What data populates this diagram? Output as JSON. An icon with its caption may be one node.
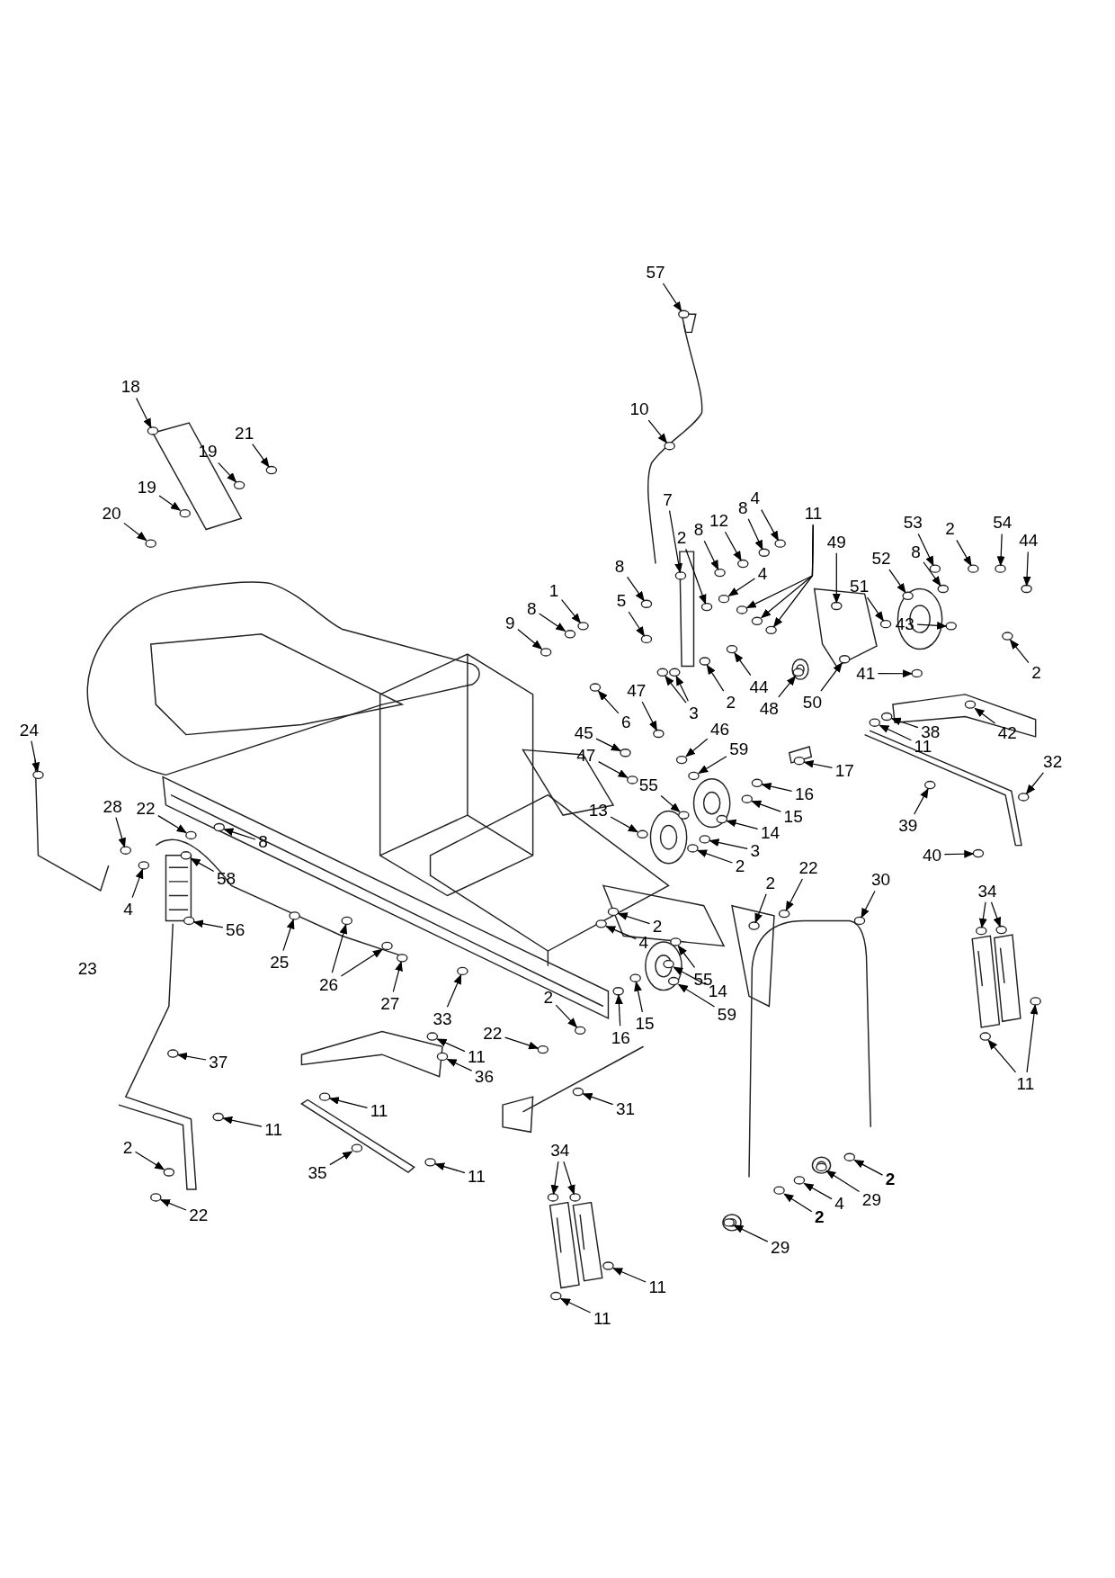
{
  "diagram": {
    "nodes": [
      {
        "text": [
          "57"
        ]
      },
      {
        "text": [
          "10"
        ]
      },
      {
        "text": [
          "18"
        ]
      },
      {
        "text": [
          "21"
        ]
      },
      {
        "text": [
          "19"
        ]
      },
      {
        "text": [
          "19"
        ]
      },
      {
        "text": [
          "20"
        ]
      },
      {
        "text": [
          "7"
        ]
      },
      {
        "text": [
          "2"
        ]
      },
      {
        "text": [
          "8"
        ]
      },
      {
        "text": [
          "12"
        ]
      },
      {
        "text": [
          "8"
        ]
      },
      {
        "text": [
          "4"
        ]
      },
      {
        "text": [
          "4"
        ]
      },
      {
        "text": [
          "11"
        ]
      },
      {
        "text": [
          "49"
        ]
      },
      {
        "text": [
          "53"
        ]
      },
      {
        "text": [
          "2"
        ]
      },
      {
        "text": [
          "54"
        ]
      },
      {
        "text": [
          "44"
        ]
      },
      {
        "text": [
          "52"
        ]
      },
      {
        "text": [
          "8"
        ]
      },
      {
        "text": [
          "51"
        ]
      },
      {
        "text": [
          "43"
        ]
      },
      {
        "text": [
          "2"
        ]
      },
      {
        "text": [
          "41"
        ]
      },
      {
        "text": [
          "38"
        ]
      },
      {
        "text": [
          "11"
        ]
      },
      {
        "text": [
          "42"
        ]
      },
      {
        "text": [
          "32"
        ]
      },
      {
        "text": [
          "39"
        ]
      },
      {
        "text": [
          "40"
        ]
      },
      {
        "text": [
          "8"
        ]
      },
      {
        "text": [
          "5"
        ]
      },
      {
        "text": [
          "3"
        ]
      },
      {
        "text": [
          "6"
        ]
      },
      {
        "text": [
          "2"
        ]
      },
      {
        "text": [
          "44"
        ]
      },
      {
        "text": [
          "9"
        ]
      },
      {
        "text": [
          "8"
        ]
      },
      {
        "text": [
          "1"
        ]
      },
      {
        "text": [
          "48"
        ]
      },
      {
        "text": [
          "50"
        ]
      },
      {
        "text": [
          "47"
        ]
      },
      {
        "text": [
          "45"
        ]
      },
      {
        "text": [
          "46"
        ]
      },
      {
        "text": [
          "47"
        ]
      },
      {
        "text": [
          "59"
        ]
      },
      {
        "text": [
          "16"
        ]
      },
      {
        "text": [
          "17"
        ]
      },
      {
        "text": [
          "15"
        ]
      },
      {
        "text": [
          "14"
        ]
      },
      {
        "text": [
          "55"
        ]
      },
      {
        "text": [
          "13"
        ]
      },
      {
        "text": [
          "3"
        ]
      },
      {
        "text": [
          "2"
        ]
      },
      {
        "text": [
          "2"
        ]
      },
      {
        "text": [
          "22"
        ]
      },
      {
        "text": [
          "2"
        ]
      },
      {
        "text": [
          "4"
        ]
      },
      {
        "text": [
          "55"
        ]
      },
      {
        "text": [
          "14"
        ]
      },
      {
        "text": [
          "59"
        ]
      },
      {
        "text": [
          "15"
        ]
      },
      {
        "text": [
          "16"
        ]
      },
      {
        "text": [
          "2"
        ]
      },
      {
        "text": [
          "22"
        ]
      },
      {
        "text": [
          "11"
        ]
      },
      {
        "text": [
          "36"
        ]
      },
      {
        "text": [
          "31"
        ]
      },
      {
        "text": [
          "33"
        ]
      },
      {
        "text": [
          "30"
        ]
      },
      {
        "text": [
          "34"
        ]
      },
      {
        "text": [
          "11"
        ]
      },
      {
        "text": [
          "24"
        ]
      },
      {
        "text": [
          "28"
        ]
      },
      {
        "text": [
          "22"
        ]
      },
      {
        "text": [
          "8"
        ]
      },
      {
        "text": [
          "4"
        ]
      },
      {
        "text": [
          "58"
        ]
      },
      {
        "text": [
          "56"
        ]
      },
      {
        "text": [
          "25"
        ]
      },
      {
        "text": [
          "26"
        ]
      },
      {
        "text": [
          "27"
        ]
      },
      {
        "text": [
          "37"
        ]
      },
      {
        "text": [
          "11"
        ]
      },
      {
        "text": [
          "2"
        ]
      },
      {
        "text": [
          "22"
        ]
      },
      {
        "text": [
          "11"
        ]
      },
      {
        "text": [
          "35"
        ]
      },
      {
        "text": [
          "11"
        ]
      },
      {
        "text": [
          "34"
        ]
      },
      {
        "text": [
          "11"
        ]
      },
      {
        "text": [
          "11"
        ]
      },
      {
        "text": [
          "29"
        ]
      },
      {
        "text": [
          "2"
        ]
      },
      {
        "text": [
          "4"
        ]
      },
      {
        "text": [
          "29"
        ]
      },
      {
        "text": [
          "2"
        ]
      },
      {
        "text": [],
        "shape": "circle"
      },
      {
        "text": [],
        "shape": "circle"
      },
      {
        "text": [],
        "shape": "circle"
      },
      {
        "text": [],
        "shape": "circle"
      },
      {
        "text": [],
        "shape": "circle"
      },
      {
        "text": [],
        "shape": "circle"
      },
      {
        "text": [],
        "shape": "circle"
      },
      {
        "text": [],
        "shape": "circle"
      },
      {
        "text": [],
        "shape": "circle"
      },
      {
        "text": [],
        "shape": "circle"
      },
      {
        "text": [],
        "shape": "circle"
      },
      {
        "text": [],
        "shape": "circle"
      },
      {
        "text": [],
        "shape": "circle"
      },
      {
        "text": [],
        "shape": "circle"
      },
      {
        "text": [],
        "shape": "circle"
      },
      {
        "text": [],
        "shape": "circle"
      },
      {
        "text": [],
        "shape": "circle"
      },
      {
        "text": [],
        "shape": "circle"
      },
      {
        "text": [],
        "shape": "circle"
      },
      {
        "text": [],
        "shape": "circle"
      },
      {
        "text": [],
        "shape": "circle"
      },
      {
        "text": [],
        "shape": "circle"
      },
      {
        "text": [],
        "shape": "circle"
      },
      {
        "text": [],
        "shape": "circle"
      },
      {
        "text": [],
        "shape": "circle"
      },
      {
        "text": [],
        "shape": "circle"
      },
      {
        "text": [],
        "shape": "circle"
      },
      {
        "text": [],
        "shape": "circle"
      },
      {
        "text": [],
        "shape": "circle"
      },
      {
        "text": [],
        "shape": "circle"
      },
      {
        "text": [],
        "shape": "circle"
      },
      {
        "text": [],
        "shape": "circle"
      },
      {
        "text": [],
        "shape": "circle"
      },
      {
        "text": [],
        "shape": "circle"
      },
      {
        "text": [],
        "shape": "circle"
      },
      {
        "text": [],
        "shape": "circle"
      },
      {
        "text": [],
        "shape": "circle"
      },
      {
        "text": [],
        "shape": "circle"
      },
      {
        "text": [],
        "shape": "circle"
      },
      {
        "text": [],
        "shape": "circle"
      },
      {
        "text": [],
        "shape": "circle"
      },
      {
        "text": [],
        "shape": "circle"
      },
      {
        "text": [],
        "shape": "circle"
      },
      {
        "text": [],
        "shape": "circle"
      },
      {
        "text": [],
        "shape": "circle"
      },
      {
        "text": [],
        "shape": "circle"
      },
      {
        "text": [],
        "shape": "circle"
      },
      {
        "text": [],
        "shape": "circle"
      },
      {
        "text": [],
        "shape": "circle"
      },
      {
        "text": [],
        "shape": "circle"
      },
      {
        "text": [],
        "shape": "circle"
      },
      {
        "text": [],
        "shape": "circle"
      },
      {
        "text": [],
        "shape": "circle"
      },
      {
        "text": [],
        "shape": "circle"
      },
      {
        "text": [],
        "shape": "circle"
      },
      {
        "text": [],
        "shape": "circle"
      },
      {
        "text": [],
        "shape": "circle"
      },
      {
        "text": [],
        "shape": "circle"
      },
      {
        "text": [],
        "shape": "circle"
      },
      {
        "text": [],
        "shape": "circle"
      },
      {
        "text": [],
        "shape": "circle"
      },
      {
        "text": [],
        "shape": "circle"
      },
      {
        "text": [],
        "shape": "circle"
      },
      {
        "text": [],
        "shape": "circle"
      },
      {
        "text": [],
        "shape": "circle"
      },
      {
        "text": [],
        "shape": "circle"
      },
      {
        "text": [],
        "shape": "circle"
      },
      {
        "text": [],
        "shape": "circle"
      },
      {
        "text": [],
        "shape": "circle"
      },
      {
        "text": [],
        "shape": "circle"
      },
      {
        "text": [],
        "shape": "circle"
      },
      {
        "text": [],
        "shape": "circle"
      },
      {
        "text": [],
        "shape": "circle"
      },
      {
        "text": [],
        "shape": "circle"
      },
      {
        "text": [],
        "shape": "circle"
      },
      {
        "text": [],
        "shape": "circle"
      },
      {
        "text": [],
        "shape": "circle"
      },
      {
        "text": [],
        "shape": "circle"
      },
      {
        "text": [],
        "shape": "circle"
      },
      {
        "text": [],
        "shape": "circle"
      },
      {
        "text": [],
        "shape": "circle"
      },
      {
        "text": [],
        "shape": "circle"
      },
      {
        "text": [],
        "shape": "circle"
      },
      {
        "text": [],
        "shape": "circle"
      },
      {
        "text": [],
        "shape": "circle"
      },
      {
        "text": [],
        "shape": "circle"
      },
      {
        "text": [],
        "shape": "circle"
      },
      {
        "text": [],
        "shape": "circle"
      },
      {
        "text": [],
        "shape": "circle"
      },
      {
        "text": [],
        "shape": "circle"
      },
      {
        "text": [],
        "shape": "circle"
      },
      {
        "text": [],
        "shape": "circle"
      },
      {
        "text": [],
        "shape": "circle"
      },
      {
        "text": [],
        "shape": "circle"
      },
      {
        "text": [],
        "shape": "circle"
      },
      {
        "text": [],
        "shape": "circle"
      },
      {
        "text": [],
        "shape": "circle"
      },
      {
        "text": [],
        "shape": "circle"
      },
      {
        "text": [],
        "shape": "circle"
      },
      {
        "text": [],
        "shape": "circle"
      },
      {
        "text": [],
        "shape": "circle"
      },
      {
        "text": [],
        "shape": "circle"
      },
      {
        "text": [],
        "shape": "circle"
      },
      {
        "text": [],
        "shape": "circle"
      },
      {
        "text": [],
        "shape": "circle"
      },
      {
        "text": [],
        "shape": "circle"
      }
    ],
    "edges": [
      {
        "from": 0,
        "to": 99,
        "arrow": "to"
      },
      {
        "from": 1,
        "to": 100,
        "arrow": "to"
      },
      {
        "from": 2,
        "to": 101,
        "arrow": "to"
      },
      {
        "from": 3,
        "to": 102,
        "arrow": "to"
      },
      {
        "from": 4,
        "to": 103,
        "arrow": "to"
      },
      {
        "from": 5,
        "to": 104,
        "arrow": "to"
      },
      {
        "from": 6,
        "to": 105,
        "arrow": "to"
      },
      {
        "from": 7,
        "to": 106,
        "arrow": "to"
      },
      {
        "from": 8,
        "to": 107,
        "arrow": "to"
      },
      {
        "from": 9,
        "to": 108,
        "arrow": "to"
      },
      {
        "from": 10,
        "to": 109,
        "arrow": "to"
      },
      {
        "from": 11,
        "to": 110,
        "arrow": "to"
      },
      {
        "from": 12,
        "to": 111,
        "arrow": "to"
      },
      {
        "from": 13,
        "to": 112,
        "arrow": "to"
      },
      {
        "from": 14,
        "to": 113,
        "arrow": "to"
      },
      {
        "from": 14,
        "to": 114,
        "arrow": "to"
      },
      {
        "from": 14,
        "to": 115,
        "arrow": "to"
      },
      {
        "from": 15,
        "to": 116,
        "arrow": "to"
      },
      {
        "from": 16,
        "to": 117,
        "arrow": "to"
      },
      {
        "from": 17,
        "to": 118,
        "arrow": "to"
      },
      {
        "from": 18,
        "to": 119,
        "arrow": "to"
      },
      {
        "from": 19,
        "to": 120,
        "arrow": "to"
      },
      {
        "from": 20,
        "to": 121,
        "arrow": "to"
      },
      {
        "from": 21,
        "to": 122,
        "arrow": "to"
      },
      {
        "from": 22,
        "to": 123,
        "arrow": "to"
      },
      {
        "from": 23,
        "to": 124,
        "arrow": "to"
      },
      {
        "from": 24,
        "to": 125,
        "arrow": "to"
      },
      {
        "from": 25,
        "to": 126,
        "arrow": "to"
      },
      {
        "from": 26,
        "to": 127,
        "arrow": "to"
      },
      {
        "from": 27,
        "to": 128,
        "arrow": "to"
      },
      {
        "from": 28,
        "to": 129,
        "arrow": "to"
      },
      {
        "from": 29,
        "to": 130,
        "arrow": "to"
      },
      {
        "from": 30,
        "to": 131,
        "arrow": "to"
      },
      {
        "from": 31,
        "to": 132,
        "arrow": "to"
      },
      {
        "from": 32,
        "to": 133,
        "arrow": "to"
      },
      {
        "from": 33,
        "to": 134,
        "arrow": "to"
      },
      {
        "from": 34,
        "to": 135,
        "arrow": "to"
      },
      {
        "from": 34,
        "to": 136,
        "arrow": "to"
      },
      {
        "from": 35,
        "to": 137,
        "arrow": "to"
      },
      {
        "from": 36,
        "to": 138,
        "arrow": "to"
      },
      {
        "from": 37,
        "to": 139,
        "arrow": "to"
      },
      {
        "from": 38,
        "to": 140,
        "arrow": "to"
      },
      {
        "from": 39,
        "to": 141,
        "arrow": "to"
      },
      {
        "from": 40,
        "to": 142,
        "arrow": "to"
      },
      {
        "from": 41,
        "to": 143,
        "arrow": "to"
      },
      {
        "from": 42,
        "to": 144,
        "arrow": "to"
      },
      {
        "from": 43,
        "to": 145,
        "arrow": "to"
      },
      {
        "from": 44,
        "to": 146,
        "arrow": "to"
      },
      {
        "from": 45,
        "to": 147,
        "arrow": "to"
      },
      {
        "from": 46,
        "to": 148,
        "arrow": "to"
      },
      {
        "from": 47,
        "to": 149,
        "arrow": "to"
      },
      {
        "from": 48,
        "to": 150,
        "arrow": "to"
      },
      {
        "from": 49,
        "to": 151,
        "arrow": "to"
      },
      {
        "from": 50,
        "to": 152,
        "arrow": "to"
      },
      {
        "from": 51,
        "to": 153,
        "arrow": "to"
      },
      {
        "from": 52,
        "to": 154,
        "arrow": "to"
      },
      {
        "from": 53,
        "to": 155,
        "arrow": "to"
      },
      {
        "from": 54,
        "to": 156,
        "arrow": "to"
      },
      {
        "from": 55,
        "to": 157,
        "arrow": "to"
      },
      {
        "from": 56,
        "to": 158,
        "arrow": "to"
      },
      {
        "from": 57,
        "to": 159,
        "arrow": "to"
      },
      {
        "from": 58,
        "to": 160,
        "arrow": "to"
      },
      {
        "from": 59,
        "to": 161,
        "arrow": "to"
      },
      {
        "from": 60,
        "to": 162,
        "arrow": "to"
      },
      {
        "from": 61,
        "to": 163,
        "arrow": "to"
      },
      {
        "from": 62,
        "to": 164,
        "arrow": "to"
      },
      {
        "from": 63,
        "to": 165,
        "arrow": "to"
      },
      {
        "from": 64,
        "to": 166,
        "arrow": "to"
      },
      {
        "from": 65,
        "to": 167,
        "arrow": "to"
      },
      {
        "from": 66,
        "to": 168,
        "arrow": "to"
      },
      {
        "from": 67,
        "to": 169,
        "arrow": "to"
      },
      {
        "from": 68,
        "to": 170,
        "arrow": "to"
      },
      {
        "from": 69,
        "to": 171,
        "arrow": "to"
      },
      {
        "from": 70,
        "to": 172,
        "arrow": "to"
      },
      {
        "from": 71,
        "to": 173,
        "arrow": "to"
      },
      {
        "from": 72,
        "to": 174,
        "arrow": "to"
      },
      {
        "from": 72,
        "to": 175,
        "arrow": "to"
      },
      {
        "from": 73,
        "to": 176,
        "arrow": "to"
      },
      {
        "from": 73,
        "to": 177,
        "arrow": "to"
      },
      {
        "from": 74,
        "to": 178,
        "arrow": "to"
      },
      {
        "from": 75,
        "to": 179,
        "arrow": "to"
      },
      {
        "from": 76,
        "to": 180,
        "arrow": "to"
      },
      {
        "from": 77,
        "to": 181,
        "arrow": "to"
      },
      {
        "from": 78,
        "to": 182,
        "arrow": "to"
      },
      {
        "from": 79,
        "to": 183,
        "arrow": "to"
      },
      {
        "from": 80,
        "to": 184,
        "arrow": "to"
      },
      {
        "from": 81,
        "to": 185,
        "arrow": "to"
      },
      {
        "from": 82,
        "to": 186,
        "arrow": "to"
      },
      {
        "from": 82,
        "to": 187,
        "arrow": "to"
      },
      {
        "from": 83,
        "to": 188,
        "arrow": "to"
      },
      {
        "from": 84,
        "to": 189,
        "arrow": "to"
      },
      {
        "from": 85,
        "to": 190,
        "arrow": "to"
      },
      {
        "from": 86,
        "to": 191,
        "arrow": "to"
      },
      {
        "from": 87,
        "to": 192,
        "arrow": "to"
      },
      {
        "from": 88,
        "to": 193,
        "arrow": "to"
      },
      {
        "from": 89,
        "to": 194,
        "arrow": "to"
      },
      {
        "from": 90,
        "to": 195,
        "arrow": "to"
      },
      {
        "from": 91,
        "to": 196,
        "arrow": "to"
      },
      {
        "from": 91,
        "to": 197,
        "arrow": "to"
      },
      {
        "from": 92,
        "to": 198,
        "arrow": "to"
      },
      {
        "from": 93,
        "to": 199,
        "arrow": "to"
      },
      {
        "from": 94,
        "to": 200,
        "arrow": "to"
      },
      {
        "from": 95,
        "to": 201,
        "arrow": "to"
      },
      {
        "from": 96,
        "to": 202,
        "arrow": "to"
      },
      {
        "from": 97,
        "to": 203,
        "arrow": "to"
      },
      {
        "from": 98,
        "to": 204,
        "arrow": "to"
      }
    ],
    "labels": [
      "23"
    ]
  }
}
